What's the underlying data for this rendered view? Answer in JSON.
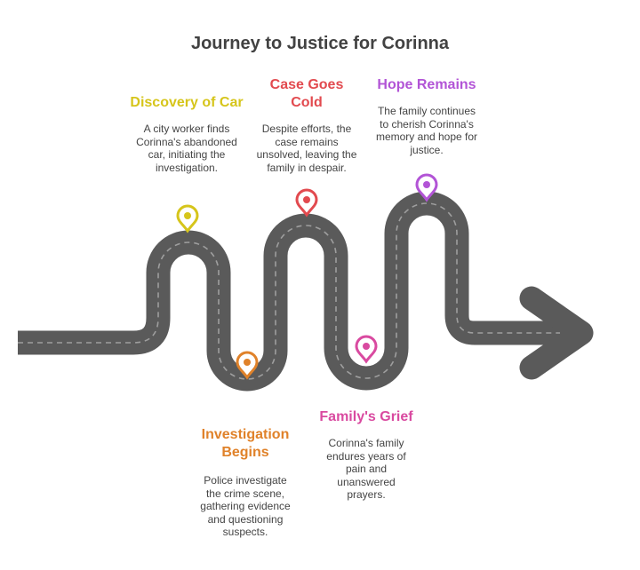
{
  "title": "Journey to Justice for Corinna",
  "milestones": [
    {
      "title": "Discovery of Car",
      "description": "A city worker finds Corinna's abandoned car, initiating the investigation.",
      "color": "#d6c51b"
    },
    {
      "title": "Investigation Begins",
      "description": "Police investigate the crime scene, gathering evidence and questioning suspects.",
      "color": "#e0822a"
    },
    {
      "title": "Case Goes Cold",
      "description": "Despite efforts, the case remains unsolved, leaving the family in despair.",
      "color": "#e24a4f"
    },
    {
      "title": "Family's Grief",
      "description": "Corinna's family endures years of pain and unanswered prayers.",
      "color": "#d94aa0"
    },
    {
      "title": "Hope Remains",
      "description": "The family continues to cherish Corinna's memory and hope for justice.",
      "color": "#b254d6"
    }
  ],
  "colors": {
    "road": "#5a5a5a",
    "road_dash": "#9e9e9e",
    "title": "#424242"
  },
  "icons": [
    "location-pin-icon",
    "arrow-head-icon"
  ]
}
